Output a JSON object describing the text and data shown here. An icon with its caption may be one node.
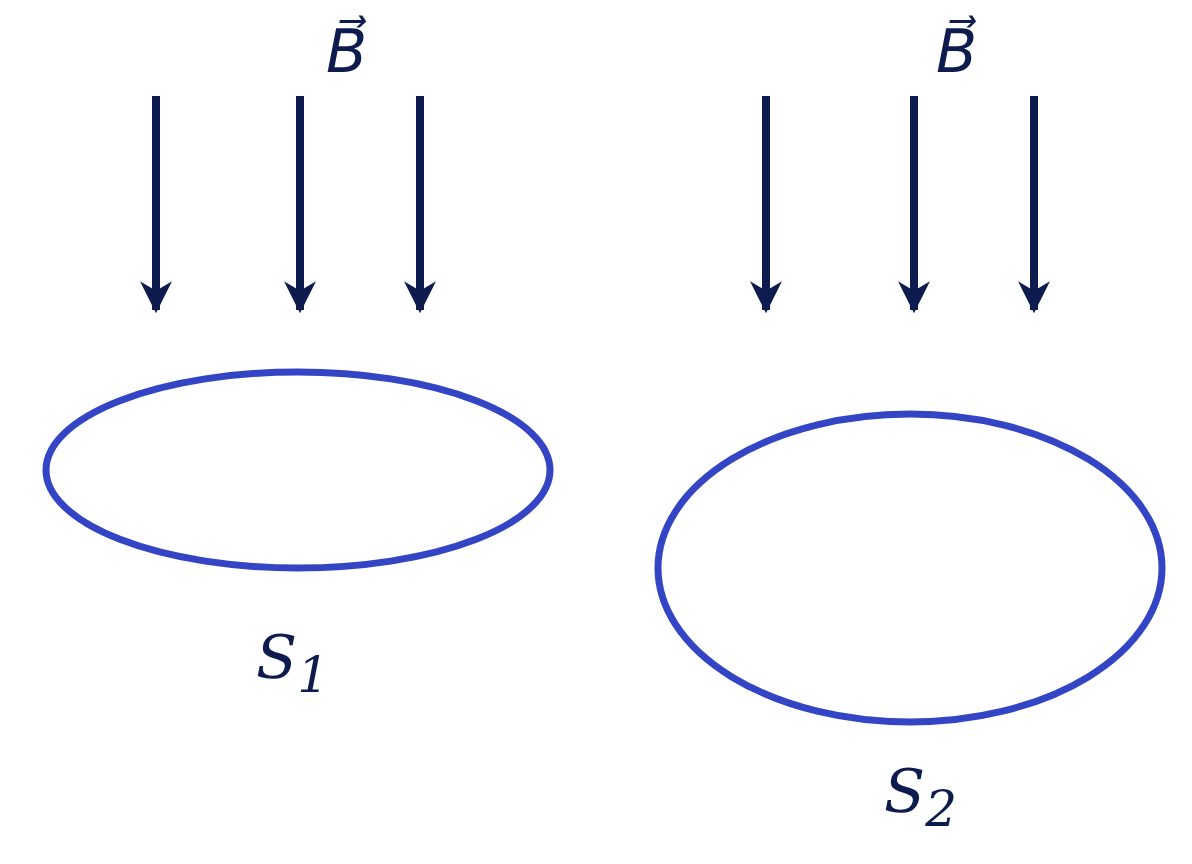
{
  "diagram": {
    "nodes": [
      {
        "text": [],
        "shape": "ellipse",
        "beside": [
          "S$_{1}$"
        ]
      },
      {
        "text": [],
        "shape": "ellipse",
        "beside": [
          "S$_{2}$"
        ]
      }
    ],
    "labels": [
      "B⃗",
      "B⃗"
    ]
  }
}
